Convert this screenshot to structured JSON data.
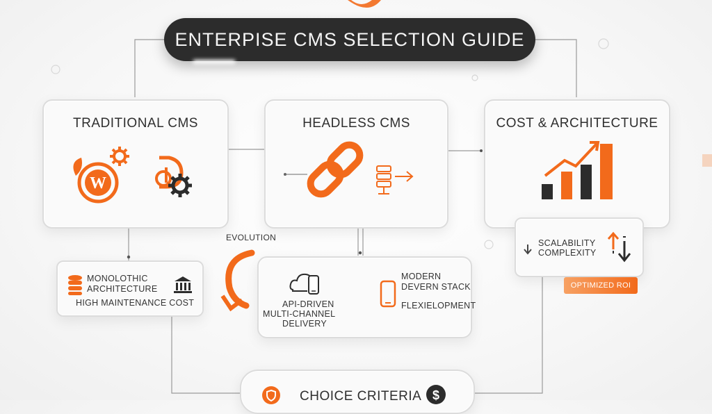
{
  "title": "ENTERPISE CMS SELECTION GUIDE",
  "colors": {
    "accent": "#f26a1b",
    "dark": "#2c2c2c",
    "card_border": "#dcdcdc"
  },
  "cards": {
    "traditional": {
      "title": "TRADITIONAL CMS",
      "icons": [
        "wordpress-icon",
        "gear-icon",
        "drupal-icon",
        "cog-icon"
      ]
    },
    "headless": {
      "title": "HEADLESS CMS",
      "icons": [
        "chain-link-icon",
        "server-arrow-icon"
      ]
    },
    "cost": {
      "title": "COST & ARCHITECTURE",
      "icons": [
        "growth-bar-chart-icon"
      ]
    }
  },
  "monolithic": {
    "line1": "MONOLOTHIC",
    "line2": "ARCHITECTURE",
    "line3": "HIGH MAINTENANCE COST",
    "icons": [
      "database-icon",
      "bank-icon"
    ]
  },
  "evolution_label": "EVOLUTION",
  "headless_details": {
    "api1": "API-DRIVEN",
    "api2": "MULTI-CHANNEL",
    "api3": "DELIVERY",
    "modern1": "MODERN",
    "modern2": "DEVERN STACK",
    "flex": "FLEXIELOPMENT",
    "icons": [
      "cloud-phone-icon",
      "mobile-icon"
    ]
  },
  "scalability": {
    "line1": "SCALABILITY",
    "line2": "COMPLEXITY",
    "icons": [
      "arrow-down-icon",
      "arrows-up-down-icon"
    ]
  },
  "roi_badge": "OPTIMIZED ROI",
  "criteria": {
    "label": "CHOICE CRITERIA",
    "icons": [
      "shield-icon",
      "dollar-icon"
    ]
  }
}
